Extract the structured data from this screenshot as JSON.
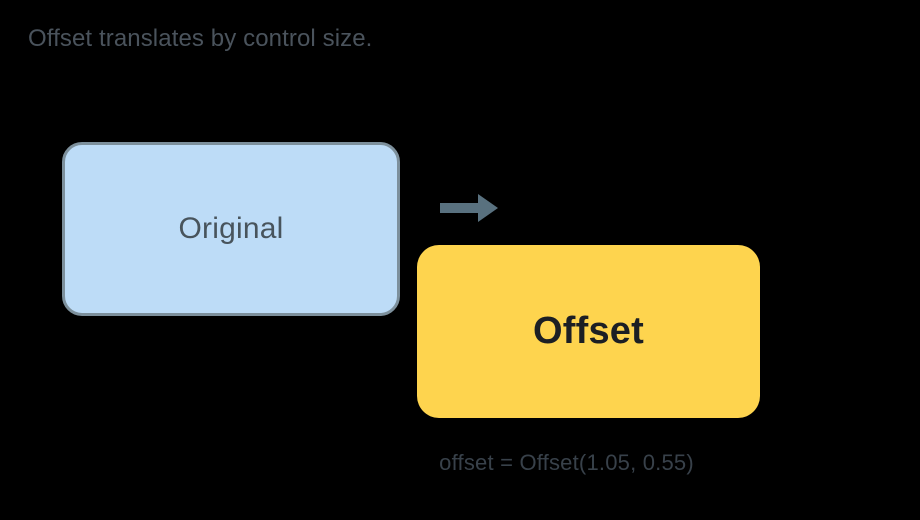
{
  "diagram": {
    "title": "Offset translates by control size.",
    "background_color": "#000000",
    "original": {
      "label": "Original",
      "fill_color": "#bddcf7",
      "border_color": "#7d909c",
      "text_color": "#48545c"
    },
    "offset": {
      "label": "Offset",
      "fill_color": "#fed44e",
      "text_color": "#1c1f24"
    },
    "arrow": {
      "icon": "arrow-right-icon",
      "color": "#59717f",
      "direction": "right"
    },
    "caption": "offset = Offset(1.05, 0.55)",
    "caption_color": "#38414a",
    "title_color": "#4a535c"
  }
}
